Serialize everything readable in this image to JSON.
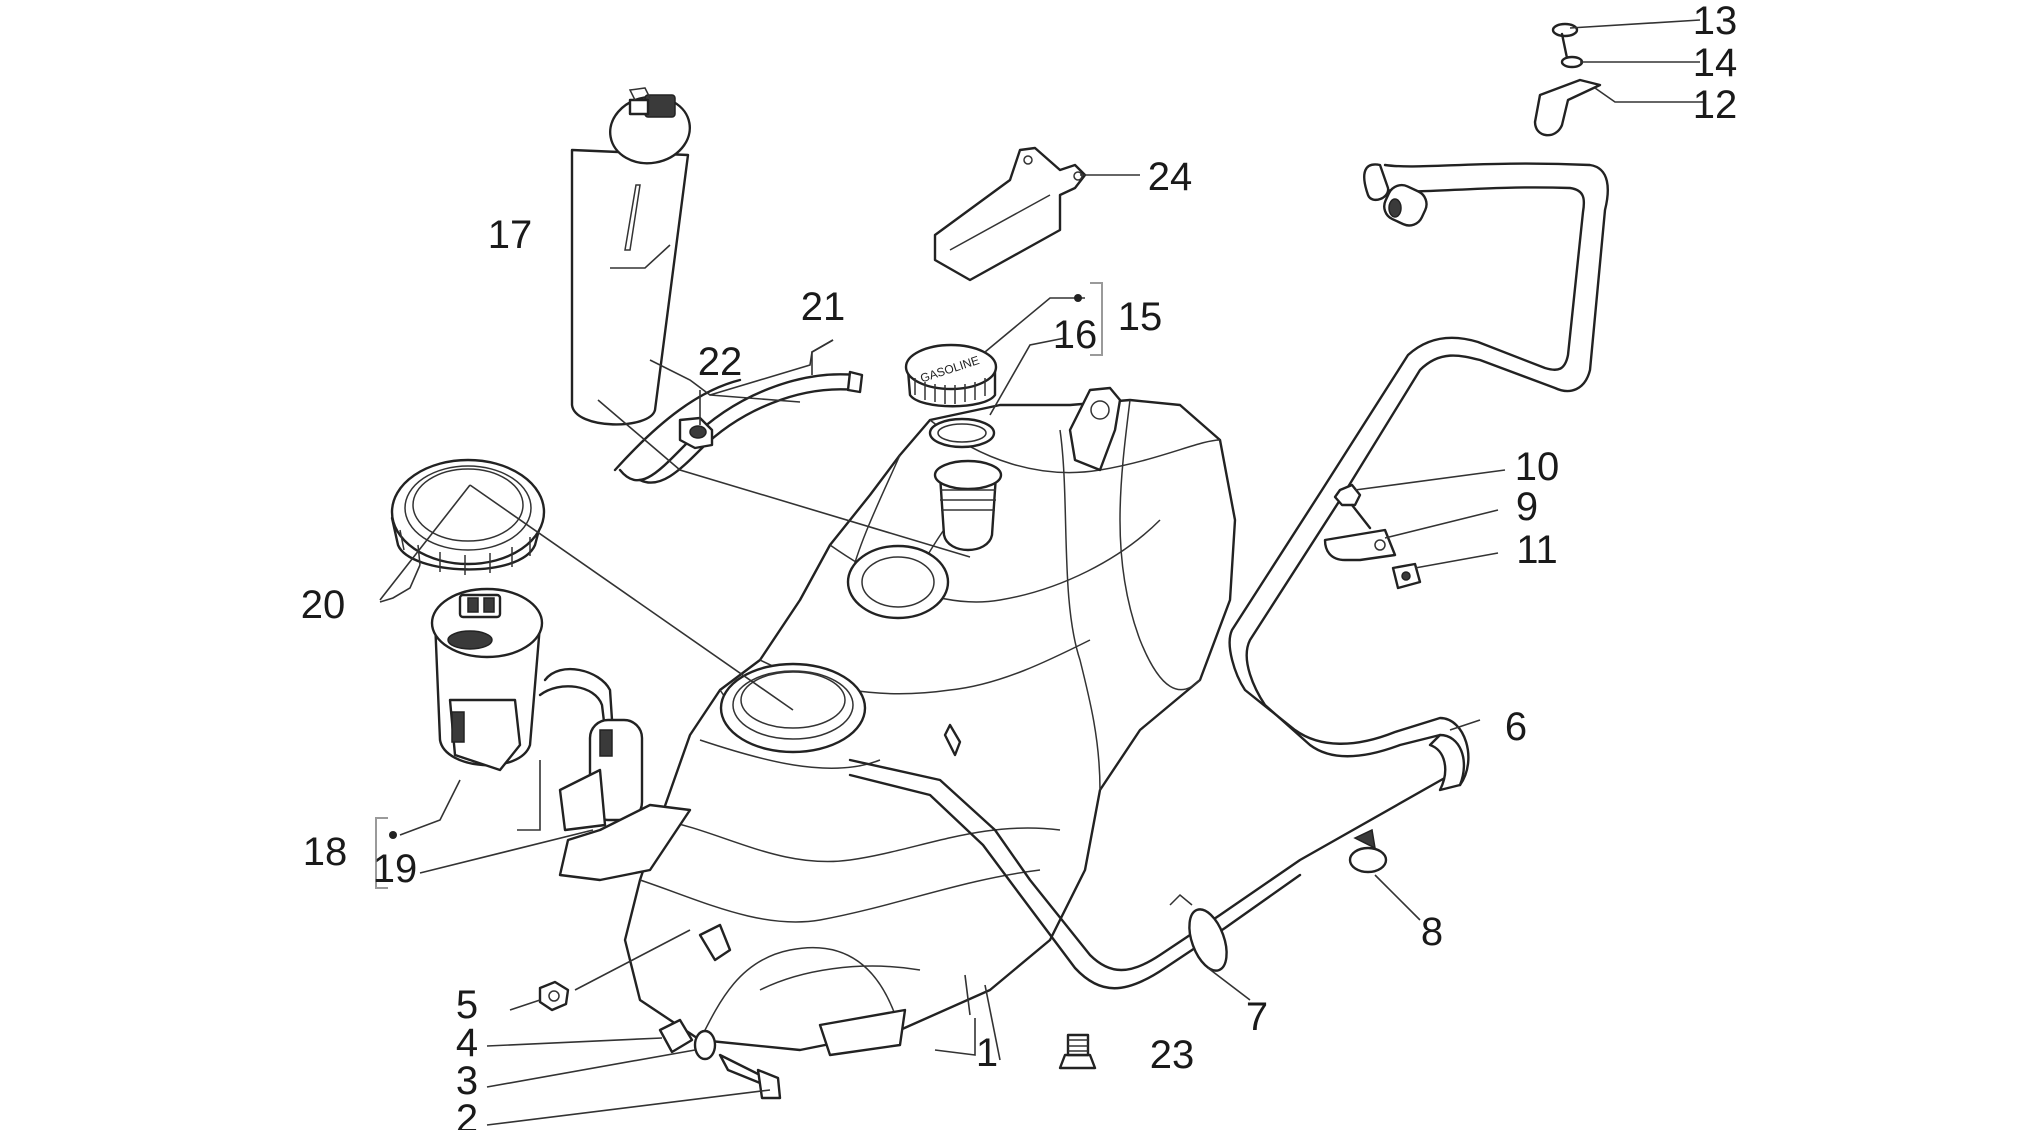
{
  "callouts": [
    {
      "id": "c1",
      "text": "1"
    },
    {
      "id": "c2",
      "text": "2"
    },
    {
      "id": "c3",
      "text": "3"
    },
    {
      "id": "c4",
      "text": "4"
    },
    {
      "id": "c5",
      "text": "5"
    },
    {
      "id": "c6",
      "text": "6"
    },
    {
      "id": "c7",
      "text": "7"
    },
    {
      "id": "c8",
      "text": "8"
    },
    {
      "id": "c9",
      "text": "9"
    },
    {
      "id": "c10",
      "text": "10"
    },
    {
      "id": "c11",
      "text": "11"
    },
    {
      "id": "c12",
      "text": "12"
    },
    {
      "id": "c13",
      "text": "13"
    },
    {
      "id": "c14",
      "text": "14"
    },
    {
      "id": "c15",
      "text": "15"
    },
    {
      "id": "c16",
      "text": "16"
    },
    {
      "id": "c17",
      "text": "17"
    },
    {
      "id": "c18",
      "text": "18"
    },
    {
      "id": "c19",
      "text": "19"
    },
    {
      "id": "c20",
      "text": "20"
    },
    {
      "id": "c21",
      "text": "21"
    },
    {
      "id": "c22",
      "text": "22"
    },
    {
      "id": "c23",
      "text": "23"
    },
    {
      "id": "c24",
      "text": "24"
    }
  ],
  "cap_text": "GASOLINE"
}
